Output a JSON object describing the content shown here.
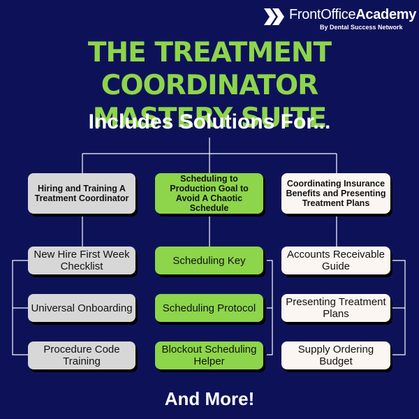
{
  "brand": {
    "name_part1": "Front",
    "name_part2": "Office",
    "name_part3": "Academy",
    "tagline": "By Dental Success Network"
  },
  "title_line1": "THE TREATMENT COORDINATOR",
  "title_line2": "MASTERY SUITE",
  "subtitle": "Includes Solutions For...",
  "columns": [
    {
      "header": "Hiring and Training A Treatment Coordinator",
      "items": [
        "New Hire First Week Checklist",
        "Universal Onboarding",
        "Procedure Code Training"
      ]
    },
    {
      "header": "Scheduling to Production Goal to Avoid A Chaotic Schedule",
      "items": [
        "Scheduling Key",
        "Scheduling Protocol",
        "Blockout Scheduling Helper"
      ]
    },
    {
      "header": "Coordinating Insurance Benefits and Presenting Treatment Plans",
      "items": [
        "Accounts Receivable Guide",
        "Presenting Treatment Plans",
        "Supply Ordering Budget"
      ]
    }
  ],
  "footer": "And More!",
  "colors": {
    "background": "#0d1258",
    "accent_green": "#8dd54a",
    "grey": "#d7d7d7",
    "cream": "#fbf6f2",
    "text_white": "#ffffff"
  }
}
